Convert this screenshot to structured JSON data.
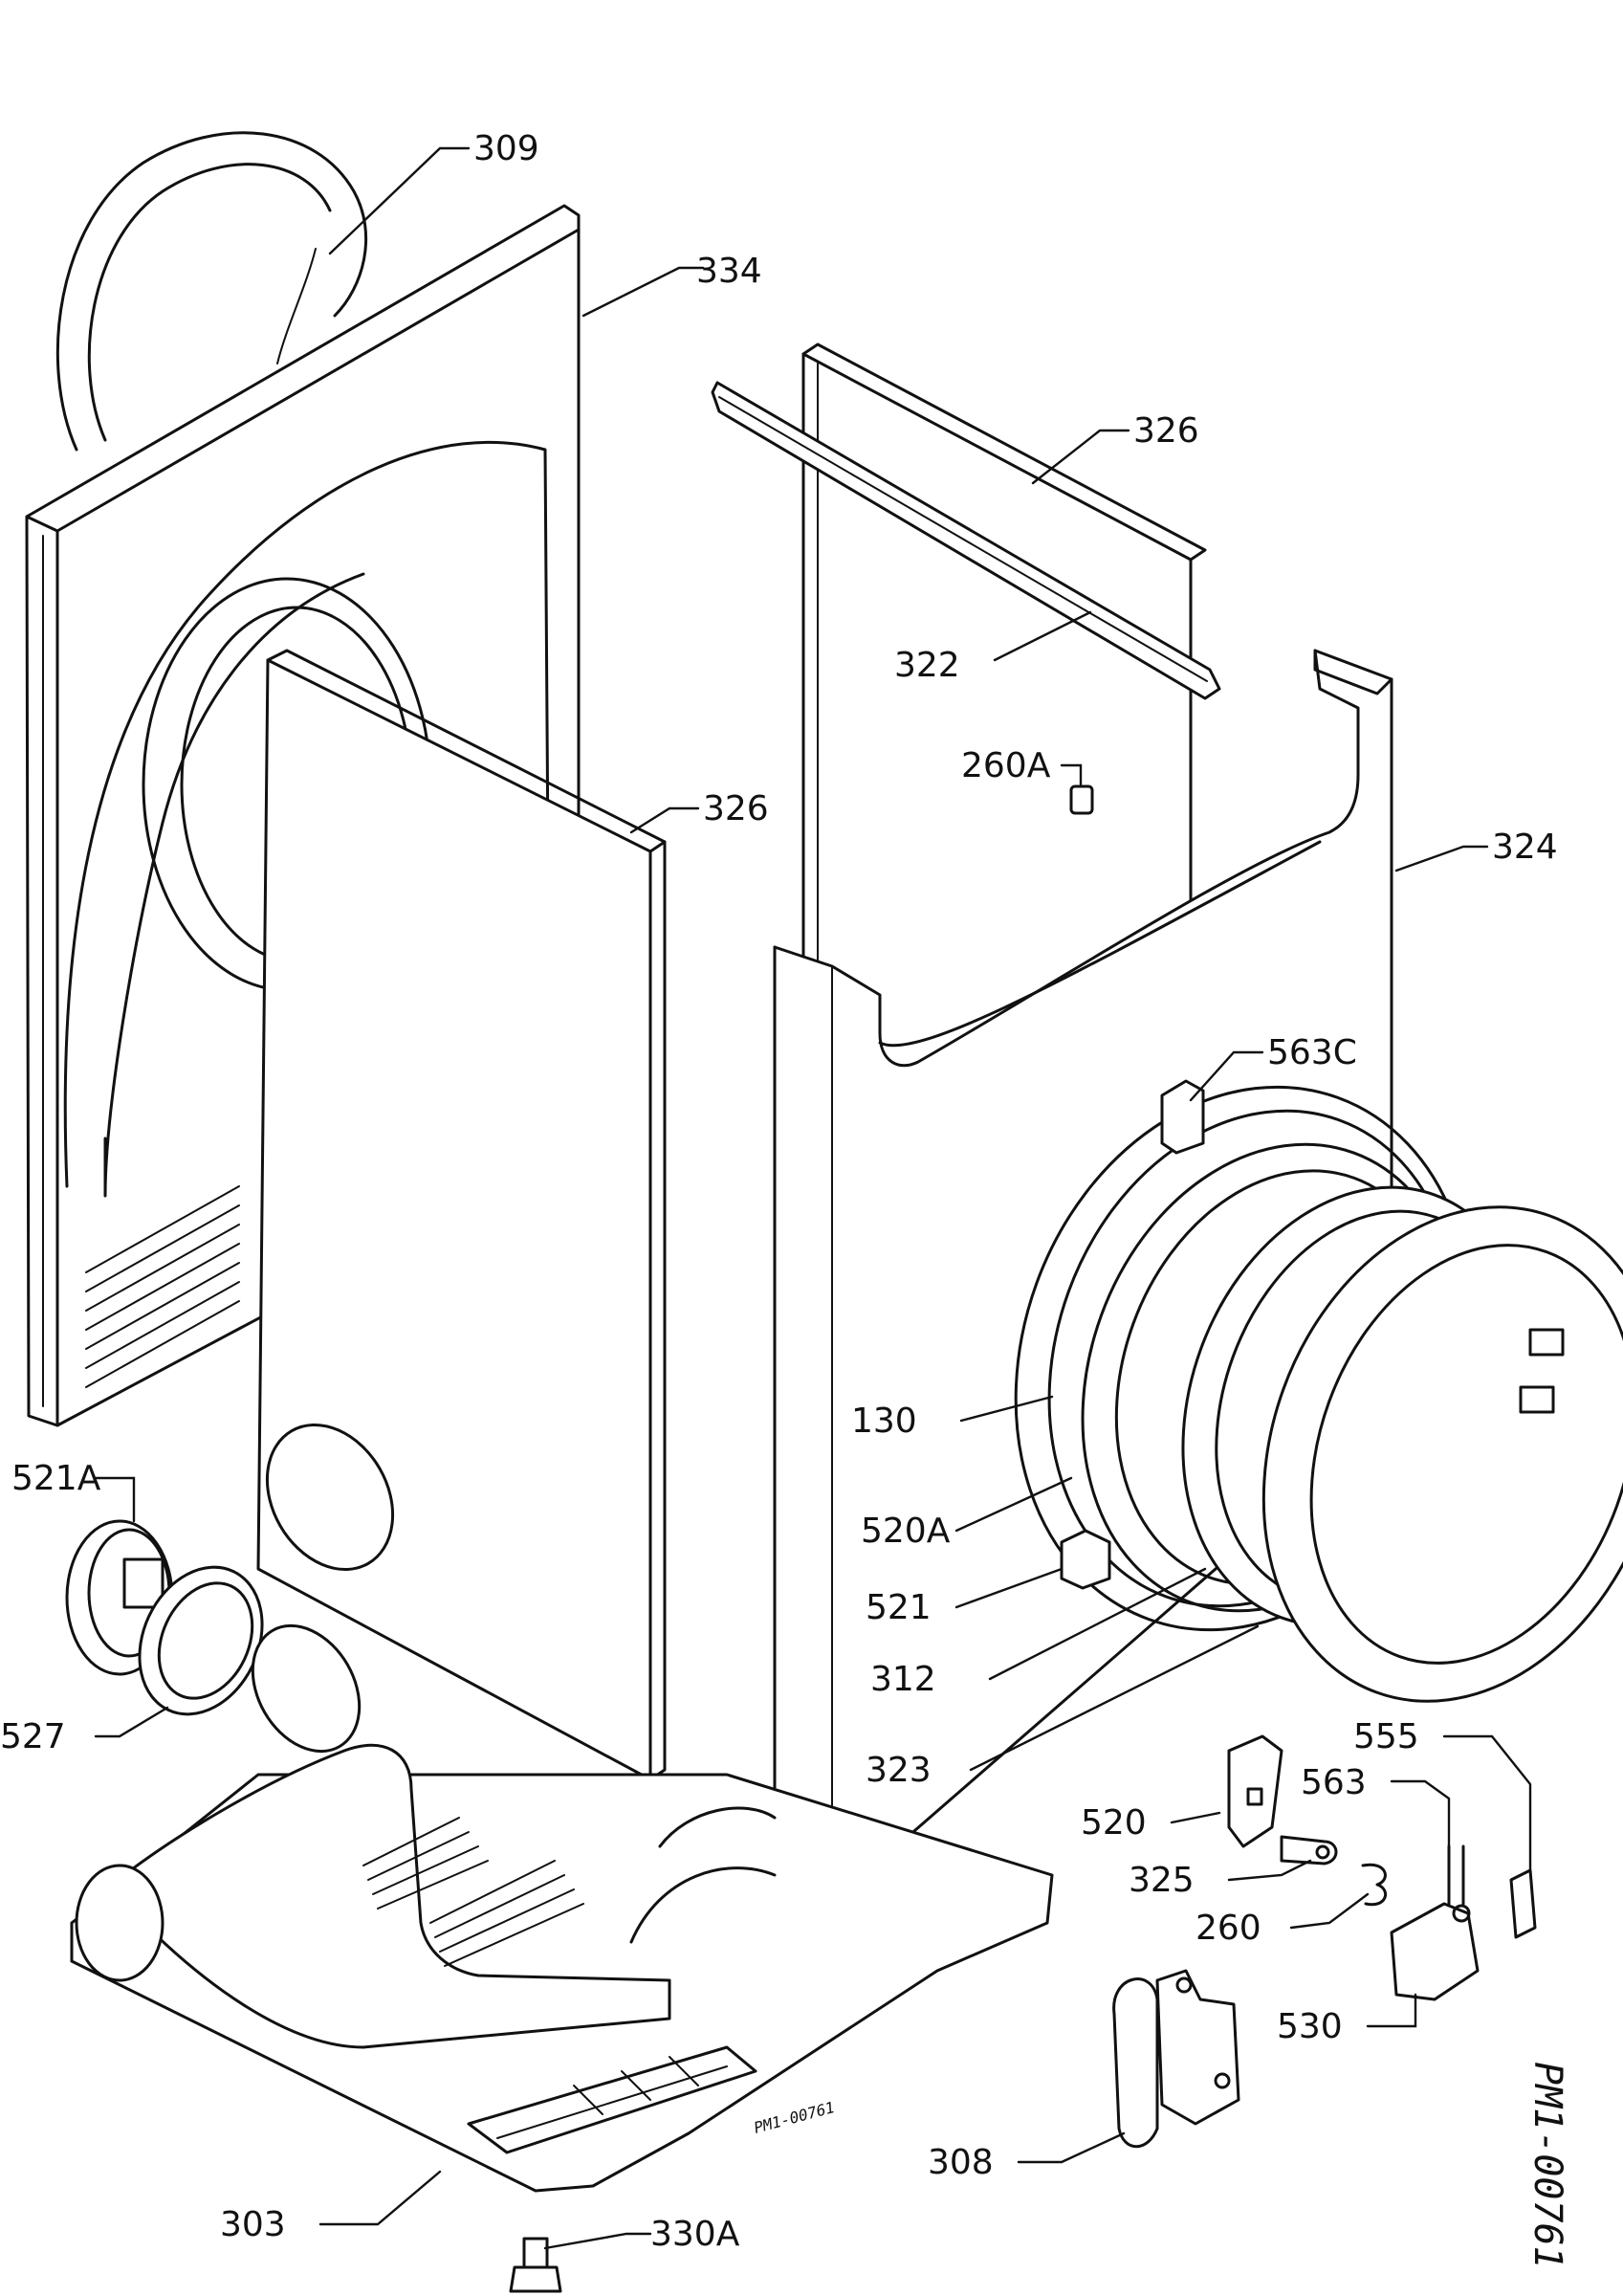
{
  "document_code": "PM1-00761",
  "stamp_code": "PM1-00761",
  "labels": {
    "l309": "309",
    "l334": "334",
    "l326_top": "326",
    "l322": "322",
    "l260a": "260A",
    "l326_mid": "326",
    "l324": "324",
    "l563c": "563C",
    "l130": "130",
    "l521a": "521A",
    "l520a": "520A",
    "l521": "521",
    "l312": "312",
    "l527": "527",
    "l323": "323",
    "l555": "555",
    "l563": "563",
    "l520": "520",
    "l325": "325",
    "l260": "260",
    "l530": "530",
    "l308": "308",
    "l303": "303",
    "l330a": "330A"
  }
}
